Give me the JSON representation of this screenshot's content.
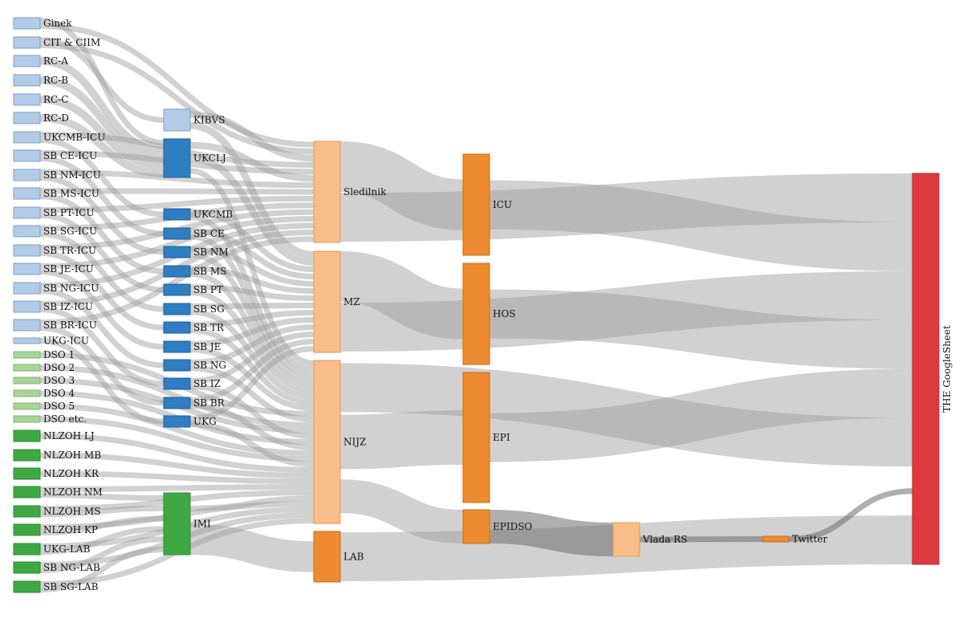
{
  "diagram": {
    "type": "sankey",
    "nodes": [
      {
        "id": "ginek",
        "label": "Ginek",
        "color": "#b4cbe8",
        "stroke": "#7f9fc8"
      },
      {
        "id": "cit",
        "label": "CIT & CIIM",
        "color": "#b4cbe8",
        "stroke": "#7f9fc8"
      },
      {
        "id": "rca",
        "label": "RC-A",
        "color": "#b4cbe8",
        "stroke": "#7f9fc8"
      },
      {
        "id": "rcb",
        "label": "RC-B",
        "color": "#b4cbe8",
        "stroke": "#7f9fc8"
      },
      {
        "id": "rcc",
        "label": "RC-C",
        "color": "#b4cbe8",
        "stroke": "#7f9fc8"
      },
      {
        "id": "rcd",
        "label": "RC-D",
        "color": "#b4cbe8",
        "stroke": "#7f9fc8"
      },
      {
        "id": "ukcmbicu",
        "label": "UKCMB-ICU",
        "color": "#b4cbe8",
        "stroke": "#7f9fc8"
      },
      {
        "id": "sbceicu",
        "label": "SB CE-ICU",
        "color": "#b4cbe8",
        "stroke": "#7f9fc8"
      },
      {
        "id": "sbnmicu",
        "label": "SB NM-ICU",
        "color": "#b4cbe8",
        "stroke": "#7f9fc8"
      },
      {
        "id": "sbmsicu",
        "label": "SB MS-ICU",
        "color": "#b4cbe8",
        "stroke": "#7f9fc8"
      },
      {
        "id": "sbpticu",
        "label": "SB PT-ICU",
        "color": "#b4cbe8",
        "stroke": "#7f9fc8"
      },
      {
        "id": "sbsgicu",
        "label": "SB SG-ICU",
        "color": "#b4cbe8",
        "stroke": "#7f9fc8"
      },
      {
        "id": "sbtricu",
        "label": "SB TR-ICU",
        "color": "#b4cbe8",
        "stroke": "#7f9fc8"
      },
      {
        "id": "sbjeicu",
        "label": "SB JE-ICU",
        "color": "#b4cbe8",
        "stroke": "#7f9fc8"
      },
      {
        "id": "sbngicu",
        "label": "SB NG-ICU",
        "color": "#b4cbe8",
        "stroke": "#7f9fc8"
      },
      {
        "id": "sbizicu",
        "label": "SB IZ-ICU",
        "color": "#b4cbe8",
        "stroke": "#7f9fc8"
      },
      {
        "id": "sbbricu",
        "label": "SB BR-ICU",
        "color": "#b4cbe8",
        "stroke": "#7f9fc8"
      },
      {
        "id": "ukgicu",
        "label": "UKG-ICU",
        "color": "#b4cbe8",
        "stroke": "#7f9fc8"
      },
      {
        "id": "dso1",
        "label": "DSO 1",
        "color": "#a8d49a",
        "stroke": "#7fb56f"
      },
      {
        "id": "dso2",
        "label": "DSO 2",
        "color": "#a8d49a",
        "stroke": "#7fb56f"
      },
      {
        "id": "dso3",
        "label": "DSO 3",
        "color": "#a8d49a",
        "stroke": "#7fb56f"
      },
      {
        "id": "dso4",
        "label": "DSO 4",
        "color": "#a8d49a",
        "stroke": "#7fb56f"
      },
      {
        "id": "dso5",
        "label": "DSO 5",
        "color": "#a8d49a",
        "stroke": "#7fb56f"
      },
      {
        "id": "dsoetc",
        "label": "DSO etc.",
        "color": "#a8d49a",
        "stroke": "#7fb56f"
      },
      {
        "id": "nlzohlj",
        "label": "NLZOH LJ",
        "color": "#3fa843",
        "stroke": "#2b8a30"
      },
      {
        "id": "nlzohmb",
        "label": "NLZOH MB",
        "color": "#3fa843",
        "stroke": "#2b8a30"
      },
      {
        "id": "nlzohkr",
        "label": "NLZOH KR",
        "color": "#3fa843",
        "stroke": "#2b8a30"
      },
      {
        "id": "nlzohnm",
        "label": "NLZOH NM",
        "color": "#3fa843",
        "stroke": "#2b8a30"
      },
      {
        "id": "nlzohms",
        "label": "NLZOH MS",
        "color": "#3fa843",
        "stroke": "#2b8a30"
      },
      {
        "id": "nlzohkp",
        "label": "NLZOH KP",
        "color": "#3fa843",
        "stroke": "#2b8a30"
      },
      {
        "id": "ukglab",
        "label": "UKG-LAB",
        "color": "#3fa843",
        "stroke": "#2b8a30"
      },
      {
        "id": "sbnglab",
        "label": "SB NG-LAB",
        "color": "#3fa843",
        "stroke": "#2b8a30"
      },
      {
        "id": "sbsglab",
        "label": "SB SG-LAB",
        "color": "#3fa843",
        "stroke": "#2b8a30"
      },
      {
        "id": "kibvs",
        "label": "KIBVS",
        "color": "#b4cbe8",
        "stroke": "#7f9fc8"
      },
      {
        "id": "ukclj",
        "label": "UKCLJ",
        "color": "#2f7dc2",
        "stroke": "#1f5f99"
      },
      {
        "id": "ukcmb",
        "label": "UKCMB",
        "color": "#2f7dc2",
        "stroke": "#1f5f99"
      },
      {
        "id": "sbce",
        "label": "SB CE",
        "color": "#2f7dc2",
        "stroke": "#1f5f99"
      },
      {
        "id": "sbnm",
        "label": "SB NM",
        "color": "#2f7dc2",
        "stroke": "#1f5f99"
      },
      {
        "id": "sbms",
        "label": "SB MS",
        "color": "#2f7dc2",
        "stroke": "#1f5f99"
      },
      {
        "id": "sbpt",
        "label": "SB PT",
        "color": "#2f7dc2",
        "stroke": "#1f5f99"
      },
      {
        "id": "sbsg",
        "label": "SB SG",
        "color": "#2f7dc2",
        "stroke": "#1f5f99"
      },
      {
        "id": "sbtr",
        "label": "SB TR",
        "color": "#2f7dc2",
        "stroke": "#1f5f99"
      },
      {
        "id": "sbje",
        "label": "SB JE",
        "color": "#2f7dc2",
        "stroke": "#1f5f99"
      },
      {
        "id": "sbng",
        "label": "SB NG",
        "color": "#2f7dc2",
        "stroke": "#1f5f99"
      },
      {
        "id": "sbiz",
        "label": "SB IZ",
        "color": "#2f7dc2",
        "stroke": "#1f5f99"
      },
      {
        "id": "sbbr",
        "label": "SB BR",
        "color": "#2f7dc2",
        "stroke": "#1f5f99"
      },
      {
        "id": "ukg",
        "label": "UKG",
        "color": "#2f7dc2",
        "stroke": "#1f5f99"
      },
      {
        "id": "imi",
        "label": "IMI",
        "color": "#3fa843",
        "stroke": "#2b8a30"
      },
      {
        "id": "sledilnik",
        "label": "Sledilnik",
        "color": "#f8bd88",
        "stroke": "#e09a5c"
      },
      {
        "id": "mz",
        "label": "MZ",
        "color": "#f8bd88",
        "stroke": "#e09a5c"
      },
      {
        "id": "nijz",
        "label": "NIJZ",
        "color": "#f8bd88",
        "stroke": "#e09a5c"
      },
      {
        "id": "lab",
        "label": "LAB",
        "color": "#ee8a30",
        "stroke": "#c96d1c"
      },
      {
        "id": "icu",
        "label": "ICU",
        "color": "#ee8a30",
        "stroke": "#c96d1c"
      },
      {
        "id": "hos",
        "label": "HOS",
        "color": "#ee8a30",
        "stroke": "#c96d1c"
      },
      {
        "id": "epi",
        "label": "EPI",
        "color": "#ee8a30",
        "stroke": "#c96d1c"
      },
      {
        "id": "epidso",
        "label": "EPIDSO",
        "color": "#ee8a30",
        "stroke": "#c96d1c"
      },
      {
        "id": "vlada",
        "label": "Vlada RS",
        "color": "#f8bd88",
        "stroke": "#e09a5c"
      },
      {
        "id": "twitter",
        "label": "Twitter",
        "color": "#ee8a30",
        "stroke": "#c96d1c"
      },
      {
        "id": "sheet",
        "label": "THE GoogleSheet",
        "color": "#dc3a3e",
        "stroke": "#b52a2e"
      }
    ],
    "links": [
      {
        "source": "ginek",
        "target": "ukclj"
      },
      {
        "source": "cit",
        "target": "kibvs"
      },
      {
        "source": "rca",
        "target": "ukclj"
      },
      {
        "source": "rcb",
        "target": "ukclj"
      },
      {
        "source": "rcc",
        "target": "ukclj"
      },
      {
        "source": "rcd",
        "target": "ukclj"
      },
      {
        "source": "ukcmbicu",
        "target": "ukcmb"
      },
      {
        "source": "sbceicu",
        "target": "sbce"
      },
      {
        "source": "sbnmicu",
        "target": "sbnm"
      },
      {
        "source": "sbmsicu",
        "target": "sbms"
      },
      {
        "source": "sbpticu",
        "target": "sbpt"
      },
      {
        "source": "sbsgicu",
        "target": "sbsg"
      },
      {
        "source": "sbtricu",
        "target": "sbtr"
      },
      {
        "source": "sbjeicu",
        "target": "sbje"
      },
      {
        "source": "sbngicu",
        "target": "sbng"
      },
      {
        "source": "sbizicu",
        "target": "sbiz"
      },
      {
        "source": "sbbricu",
        "target": "sbbr"
      },
      {
        "source": "ukgicu",
        "target": "ukg"
      },
      {
        "source": "ginek",
        "target": "sledilnik"
      },
      {
        "source": "cit",
        "target": "sledilnik"
      },
      {
        "source": "ukcmbicu",
        "target": "sledilnik"
      },
      {
        "source": "sbceicu",
        "target": "sledilnik"
      },
      {
        "source": "sbnmicu",
        "target": "sledilnik"
      },
      {
        "source": "sbmsicu",
        "target": "sledilnik"
      },
      {
        "source": "sbpticu",
        "target": "sledilnik"
      },
      {
        "source": "sbsgicu",
        "target": "sledilnik"
      },
      {
        "source": "sbtricu",
        "target": "sledilnik"
      },
      {
        "source": "sbjeicu",
        "target": "sledilnik"
      },
      {
        "source": "sbngicu",
        "target": "sledilnik"
      },
      {
        "source": "sbizicu",
        "target": "sledilnik"
      },
      {
        "source": "sbbricu",
        "target": "sledilnik"
      },
      {
        "source": "dso1",
        "target": "nijz"
      },
      {
        "source": "dso2",
        "target": "nijz"
      },
      {
        "source": "dso3",
        "target": "nijz"
      },
      {
        "source": "dso4",
        "target": "nijz"
      },
      {
        "source": "dso5",
        "target": "nijz"
      },
      {
        "source": "dsoetc",
        "target": "nijz"
      },
      {
        "source": "nlzohlj",
        "target": "nijz"
      },
      {
        "source": "nlzohmb",
        "target": "nijz"
      },
      {
        "source": "nlzohkr",
        "target": "nijz"
      },
      {
        "source": "nlzohnm",
        "target": "nijz"
      },
      {
        "source": "nlzohms",
        "target": "nijz"
      },
      {
        "source": "nlzohkp",
        "target": "nijz"
      },
      {
        "source": "ukglab",
        "target": "nijz"
      },
      {
        "source": "sbnglab",
        "target": "nijz"
      },
      {
        "source": "sbsglab",
        "target": "nijz"
      },
      {
        "source": "nlzohms",
        "target": "imi"
      },
      {
        "source": "nlzohkp",
        "target": "imi"
      },
      {
        "source": "ukglab",
        "target": "imi"
      },
      {
        "source": "sbnglab",
        "target": "imi"
      },
      {
        "source": "sbsglab",
        "target": "imi"
      },
      {
        "source": "nlzohnm",
        "target": "imi"
      },
      {
        "source": "kibvs",
        "target": "sledilnik"
      },
      {
        "source": "kibvs",
        "target": "mz"
      },
      {
        "source": "ukclj",
        "target": "sledilnik"
      },
      {
        "source": "ukclj",
        "target": "mz"
      },
      {
        "source": "ukclj",
        "target": "nijz"
      },
      {
        "source": "ukcmb",
        "target": "mz"
      },
      {
        "source": "ukcmb",
        "target": "nijz"
      },
      {
        "source": "sbce",
        "target": "mz"
      },
      {
        "source": "sbce",
        "target": "nijz"
      },
      {
        "source": "sbnm",
        "target": "mz"
      },
      {
        "source": "sbnm",
        "target": "nijz"
      },
      {
        "source": "sbms",
        "target": "mz"
      },
      {
        "source": "sbms",
        "target": "nijz"
      },
      {
        "source": "sbpt",
        "target": "mz"
      },
      {
        "source": "sbpt",
        "target": "nijz"
      },
      {
        "source": "sbsg",
        "target": "mz"
      },
      {
        "source": "sbsg",
        "target": "nijz"
      },
      {
        "source": "sbtr",
        "target": "mz"
      },
      {
        "source": "sbtr",
        "target": "nijz"
      },
      {
        "source": "sbje",
        "target": "mz"
      },
      {
        "source": "sbje",
        "target": "nijz"
      },
      {
        "source": "sbng",
        "target": "mz"
      },
      {
        "source": "sbng",
        "target": "nijz"
      },
      {
        "source": "sbiz",
        "target": "mz"
      },
      {
        "source": "sbiz",
        "target": "nijz"
      },
      {
        "source": "sbbr",
        "target": "mz"
      },
      {
        "source": "sbbr",
        "target": "nijz"
      },
      {
        "source": "ukg",
        "target": "mz"
      },
      {
        "source": "ukg",
        "target": "nijz"
      },
      {
        "source": "imi",
        "target": "nijz"
      },
      {
        "source": "imi",
        "target": "lab"
      },
      {
        "source": "sledilnik",
        "target": "icu"
      },
      {
        "source": "sledilnik",
        "target": "sheet"
      },
      {
        "source": "mz",
        "target": "hos"
      },
      {
        "source": "mz",
        "target": "sheet"
      },
      {
        "source": "nijz",
        "target": "epi"
      },
      {
        "source": "nijz",
        "target": "epidso"
      },
      {
        "source": "nijz",
        "target": "sheet"
      },
      {
        "source": "lab",
        "target": "sheet"
      },
      {
        "source": "icu",
        "target": "sheet"
      },
      {
        "source": "hos",
        "target": "sheet"
      },
      {
        "source": "epi",
        "target": "sheet"
      },
      {
        "source": "epidso",
        "target": "vlada"
      },
      {
        "source": "vlada",
        "target": "twitter"
      },
      {
        "source": "twitter",
        "target": "sheet"
      }
    ]
  }
}
